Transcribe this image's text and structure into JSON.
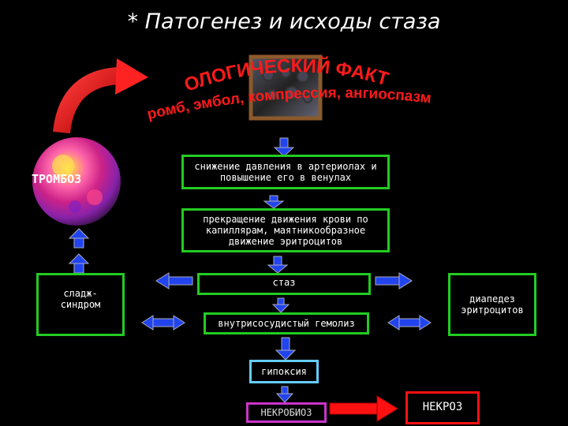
{
  "title": "* Патогенез и исходы стаза",
  "etiology": {
    "line1": "ЭТИОЛОГИЧЕСКИЙ ФАКТОР:",
    "line2": "(тромб, эмбол, компрессия, ангиоспазм)"
  },
  "thrombosis": "ТРОМБОЗ",
  "boxes": {
    "pressure": "снижение давления в артериолах и повышение его в венулах",
    "flow_stop": "прекращение движения крови по капиллярам, маятникообразное движение эритроцитов",
    "stasis": "стаз",
    "hemolysis": "внутрисосудистый гемолиз",
    "sludge": "сладж-синдром",
    "diapedesis": "диапедез эритроцитов",
    "hypoxia": "гипоксия",
    "necrobiosis": "НЕКРОБИОЗ",
    "necrosis": "НЕКРОЗ"
  },
  "colors": {
    "box_border": "#22cc22",
    "arrow_blue": "#2244ee",
    "arrow_red": "#ff1111",
    "hypoxia_border": "#66ccff",
    "necrobiosis_border": "#cc33cc"
  }
}
